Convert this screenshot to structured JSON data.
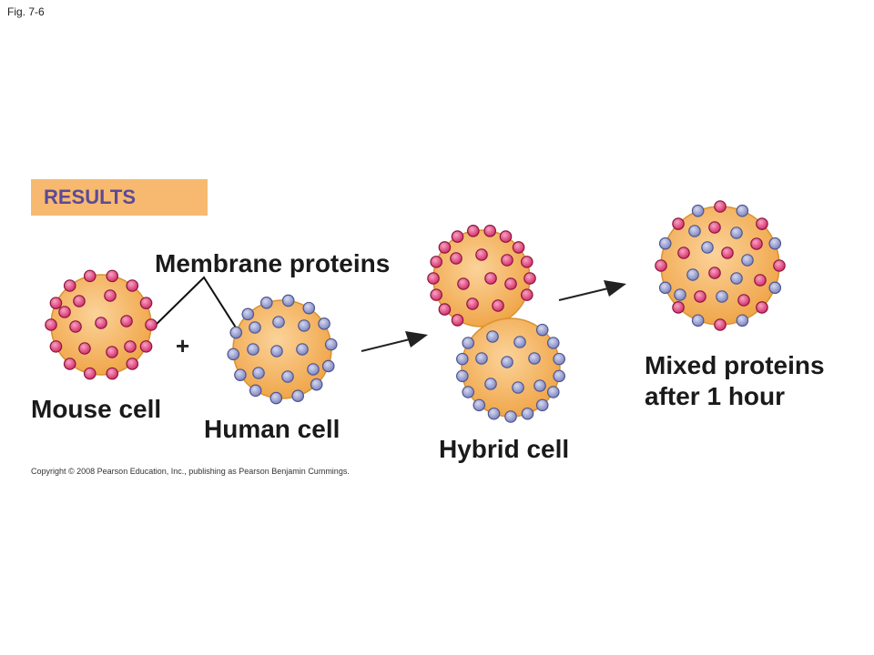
{
  "fig_label": "Fig. 7-6",
  "results_label": "RESULTS",
  "labels": {
    "membrane_proteins": "Membrane proteins",
    "plus": "+",
    "mouse_cell": "Mouse cell",
    "human_cell": "Human cell",
    "hybrid_cell": "Hybrid cell",
    "mixed_line1": "Mixed proteins",
    "mixed_line2": "after 1 hour"
  },
  "copyright": "Copyright © 2008 Pearson Education, Inc., publishing as Pearson Benjamin Cummings.",
  "colors": {
    "cell_fill": "#f5b560",
    "cell_edge": "#d8922e",
    "mouse_protein": "#e0457a",
    "human_protein": "#9aa0d0",
    "results_bg": "#f7b970",
    "results_text": "#5a4a99"
  }
}
